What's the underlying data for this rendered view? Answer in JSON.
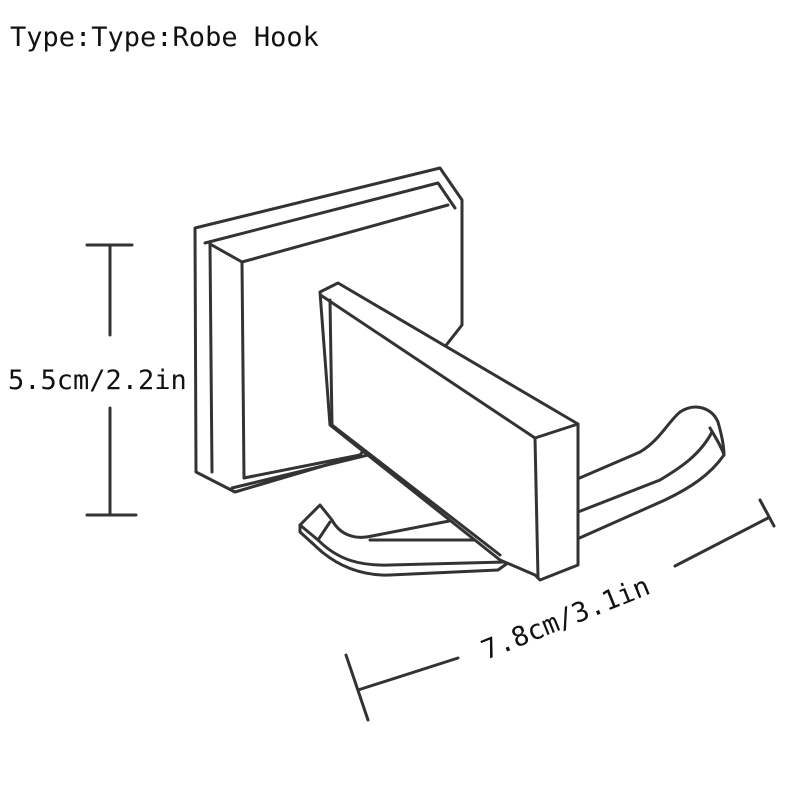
{
  "title": "Type:Type:Robe Hook",
  "height_label": "5.5cm/2.2in",
  "width_label": "7.8cm/3.1in",
  "product_icon": "robe-hook-line-drawing"
}
